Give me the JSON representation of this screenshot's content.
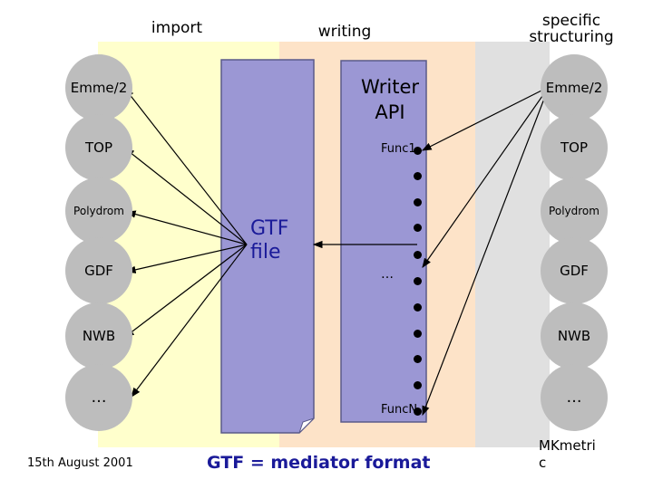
{
  "headers": {
    "import": "import",
    "writing": "writing",
    "specific": "specific\nstructuring"
  },
  "left_nodes": [
    "Emme/2",
    "TOP",
    "Polydrom",
    "GDF",
    "NWB",
    "…"
  ],
  "right_nodes": [
    "Emme/2",
    "TOP",
    "Polydrom",
    "GDF",
    "NWB",
    "…"
  ],
  "writer_api": {
    "title": "Writer\nAPI",
    "func1": "Func1",
    "ellipsis": "…",
    "funcN": "FuncN"
  },
  "gtf_file": "GTF\nfile",
  "footer": {
    "date": "15th August 2001",
    "caption": "GTF = mediator format",
    "brand": "MKmetri\nc"
  },
  "colors": {
    "import_band": "#ffffcc",
    "writing_band": "#fde3c8",
    "structuring_band": "#e0e0e0",
    "doc": "#9b97d4",
    "api": "#9b97d4",
    "node": "#bdbdbd",
    "caption": "#1a1a99"
  }
}
